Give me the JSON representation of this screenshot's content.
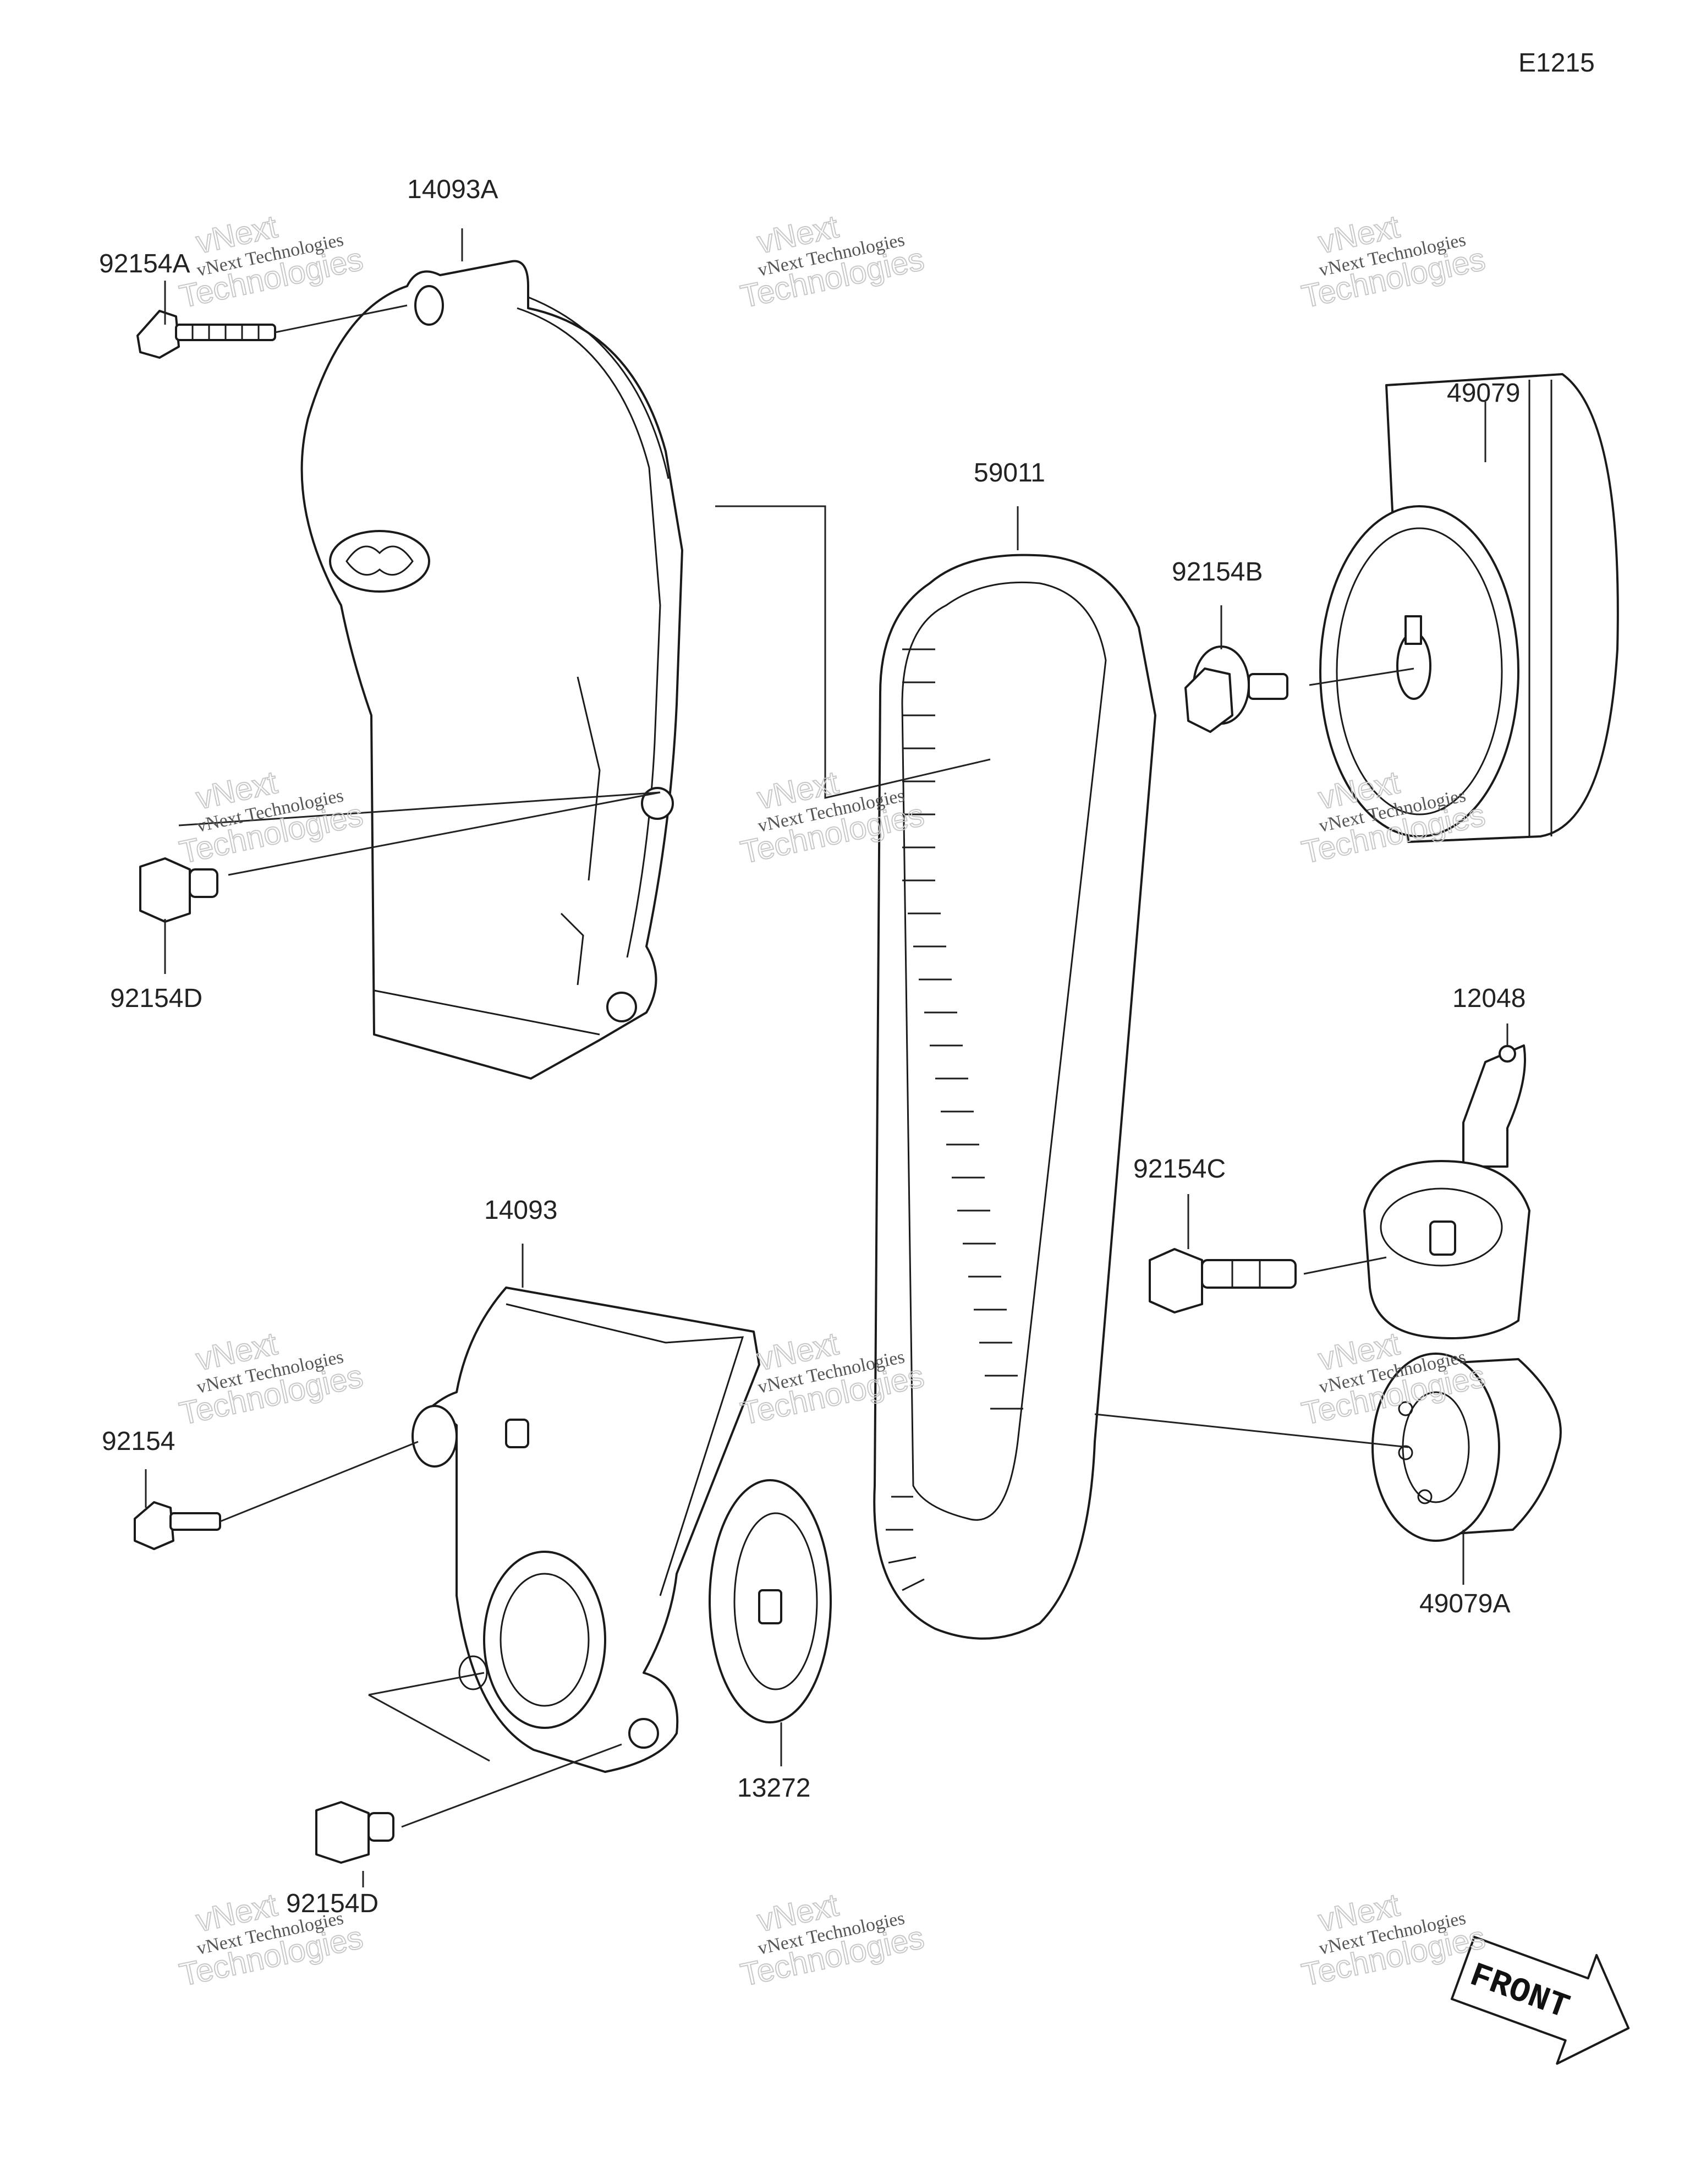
{
  "diagram_code": "E1215",
  "watermark": {
    "line1": "vNext",
    "line2": "vNext Technologies",
    "line3": "Technologies"
  },
  "labels": {
    "part_14093A": "14093A",
    "part_92154A": "92154A",
    "part_92154D_upper": "92154D",
    "part_59011": "59011",
    "part_92154B": "92154B",
    "part_49079": "49079",
    "part_12048": "12048",
    "part_92154C": "92154C",
    "part_14093": "14093",
    "part_92154": "92154",
    "part_49079A": "49079A",
    "part_13272": "13272",
    "part_92154D_lower": "92154D"
  },
  "front_marker": "FRONT",
  "colors": {
    "line": "#1a1a1a",
    "watermark": "#c8c8c8",
    "background": "#ffffff"
  }
}
